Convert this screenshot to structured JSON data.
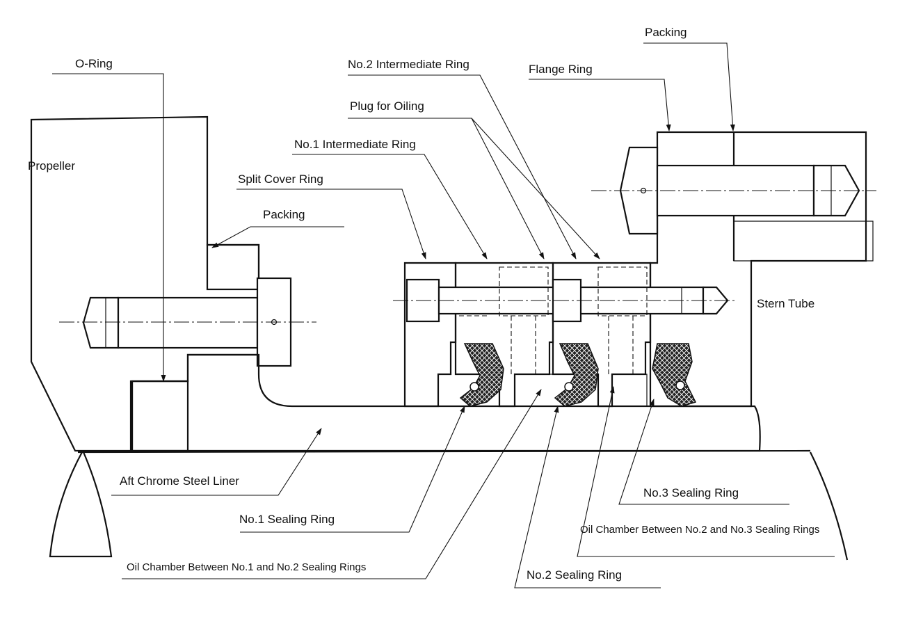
{
  "diagram": {
    "labels": {
      "o_ring": "O-Ring",
      "propeller": "Propeller",
      "packing_left": "Packing",
      "split_cover_ring": "Split Cover Ring",
      "no1_intermediate_ring": "No.1  Intermediate Ring",
      "plug_for_oiling": "Plug for Oiling",
      "no2_intermediate_ring": "No.2 Intermediate Ring",
      "flange_ring": "Flange Ring",
      "packing_right": "Packing",
      "stern_tube": "Stern Tube",
      "aft_chrome_steel_liner": "Aft Chrome Steel Liner",
      "no1_sealing_ring": "No.1 Sealing Ring",
      "oil_chamber_1_2": "Oil Chamber Between No.1  and No.2 Sealing Rings",
      "no2_sealing_ring": "No.2 Sealing Ring",
      "no3_sealing_ring": "No.3 Sealing Ring",
      "oil_chamber_2_3": "Oil Chamber Between No.2 and No.3 Sealing Rings"
    }
  }
}
